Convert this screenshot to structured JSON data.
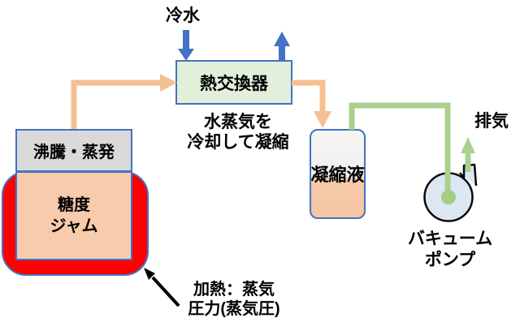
{
  "diagram": {
    "labels": {
      "cold_water": "冷水",
      "exhaust": "排気"
    },
    "nodes": {
      "heat_exchanger": {
        "label": "熱交換器"
      },
      "boiler": {
        "label": "沸騰・蒸発"
      },
      "jam": {
        "line1": "糖度",
        "line2": "ジャム"
      },
      "condensate_tank": {
        "label": "凝縮液"
      },
      "vacuum_pump": {
        "line1": "バキューム",
        "line2": "ポンプ"
      }
    },
    "annotations": {
      "condense_note": {
        "line1": "水蒸気を",
        "line2": "冷却して凝縮"
      },
      "heating_note": {
        "line1": "加熱：蒸気",
        "line2": "圧力(蒸気圧)"
      }
    },
    "colors": {
      "box_border": "#4472C4",
      "water_arrow": "#4472C4",
      "steam_pipe": "#F6BF92",
      "vacuum_pipe": "#A9D18E",
      "heat_exchanger_fill": "#E2EFDA",
      "boiler_fill": "#D9D9D9",
      "heating_jacket_fill": "#FF0000",
      "jam_fill": "#F8CBAD",
      "condensate_liquid_fill": "#F8CBAD",
      "pump_fill": "#DCE7F3",
      "annotation_arrow": "#000000"
    }
  }
}
